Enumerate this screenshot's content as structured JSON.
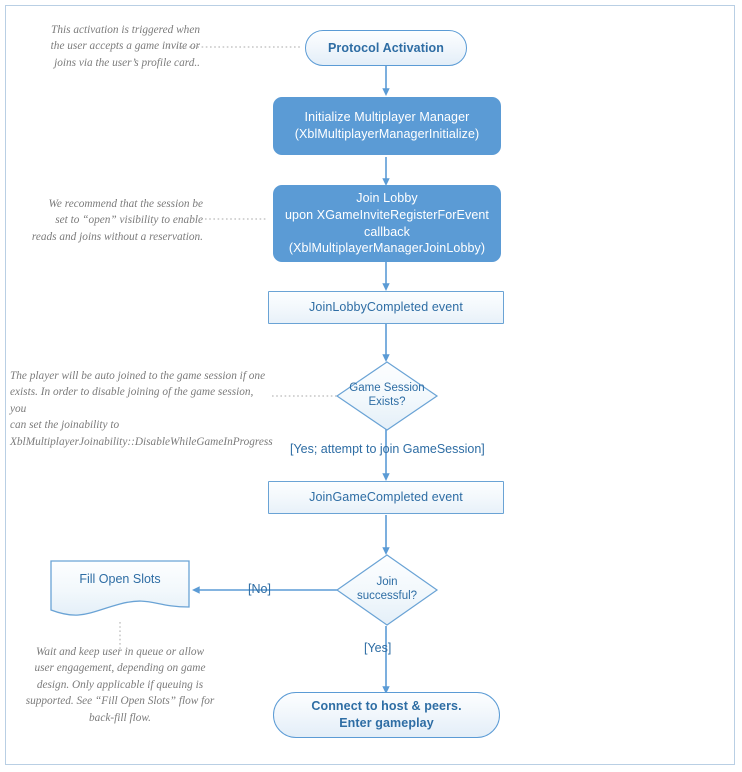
{
  "diagram": {
    "title": "Protocol Activation multiplayer join flow",
    "colors": {
      "accent_blue": "#5b9bd5",
      "node_text_blue": "#2e6da4",
      "note_gray": "#7b7b7b",
      "frame_border": "#b9cfe4",
      "connector": "#5b9bd5"
    },
    "nodes": [
      {
        "id": "protocol-activation",
        "shape": "terminator",
        "label": "Protocol Activation"
      },
      {
        "id": "initialize-multiplayer-manager",
        "shape": "process",
        "line1": "Initialize Multiplayer Manager",
        "line2": "(XblMultiplayerManagerInitialize)"
      },
      {
        "id": "join-lobby",
        "shape": "process",
        "line1": "Join Lobby",
        "line2": "upon XGameInviteRegisterForEvent",
        "line3": "callback",
        "line4": "(XblMultiplayerManagerJoinLobby)"
      },
      {
        "id": "join-lobby-completed",
        "shape": "event",
        "label": "JoinLobbyCompleted event"
      },
      {
        "id": "game-session-exists",
        "shape": "decision",
        "line1": "Game Session",
        "line2": "Exists?"
      },
      {
        "id": "join-game-completed",
        "shape": "event",
        "label": "JoinGameCompleted event"
      },
      {
        "id": "join-successful",
        "shape": "decision",
        "line1": "Join",
        "line2": "successful?"
      },
      {
        "id": "fill-open-slots",
        "shape": "document",
        "label": "Fill Open Slots"
      },
      {
        "id": "connect-to-host",
        "shape": "terminator",
        "line1": "Connect to host & peers.",
        "line2": "Enter gameplay"
      }
    ],
    "edge_labels": {
      "yes_attempt_join": "[Yes; attempt to join GameSession]",
      "no": "[No]",
      "yes": "[Yes]"
    },
    "notes": [
      {
        "id": "note-protocol-activation",
        "align": "right",
        "line1": "This activation is triggered when",
        "line2": "the user accepts a game invite or",
        "line3": "joins via the user’s profile card.."
      },
      {
        "id": "note-join-lobby",
        "align": "right",
        "line1": "We recommend that the session be",
        "line2": "set to “open” visibility to enable",
        "line3": "reads and joins without a reservation."
      },
      {
        "id": "note-game-session-exists",
        "align": "left",
        "line1": "The player will be auto joined to the game session if one",
        "line2": "exists. In order to disable joining of the game session, you",
        "line3": "can set the joinability to",
        "line4": "XblMultiplayerJoinability::DisableWhileGameInProgress"
      },
      {
        "id": "note-fill-open-slots",
        "align": "center",
        "line1": "Wait and keep user in queue or allow",
        "line2": "user engagement, depending on game",
        "line3": "design. Only applicable if queuing is",
        "line4": "supported. See “Fill Open Slots” flow for",
        "line5": "back-fill flow."
      }
    ]
  }
}
